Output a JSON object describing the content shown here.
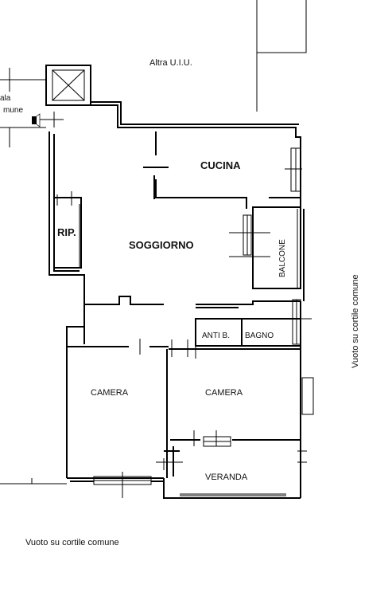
{
  "labels": {
    "altra_uiu": "Altra U.I.U.",
    "scala_line1": "ala",
    "scala_line2": "mune",
    "cucina": "CUCINA",
    "rip": "RIP.",
    "soggiorno": "SOGGIORNO",
    "balcone": "BALCONE",
    "anti_bagno": "ANTI B.",
    "bagno": "BAGNO",
    "camera_left": "CAMERA",
    "camera_right": "CAMERA",
    "veranda": "VERANDA",
    "vuoto_side": "Vuoto su cortile comune",
    "vuoto_bottom": "Vuoto su cortile comune"
  }
}
